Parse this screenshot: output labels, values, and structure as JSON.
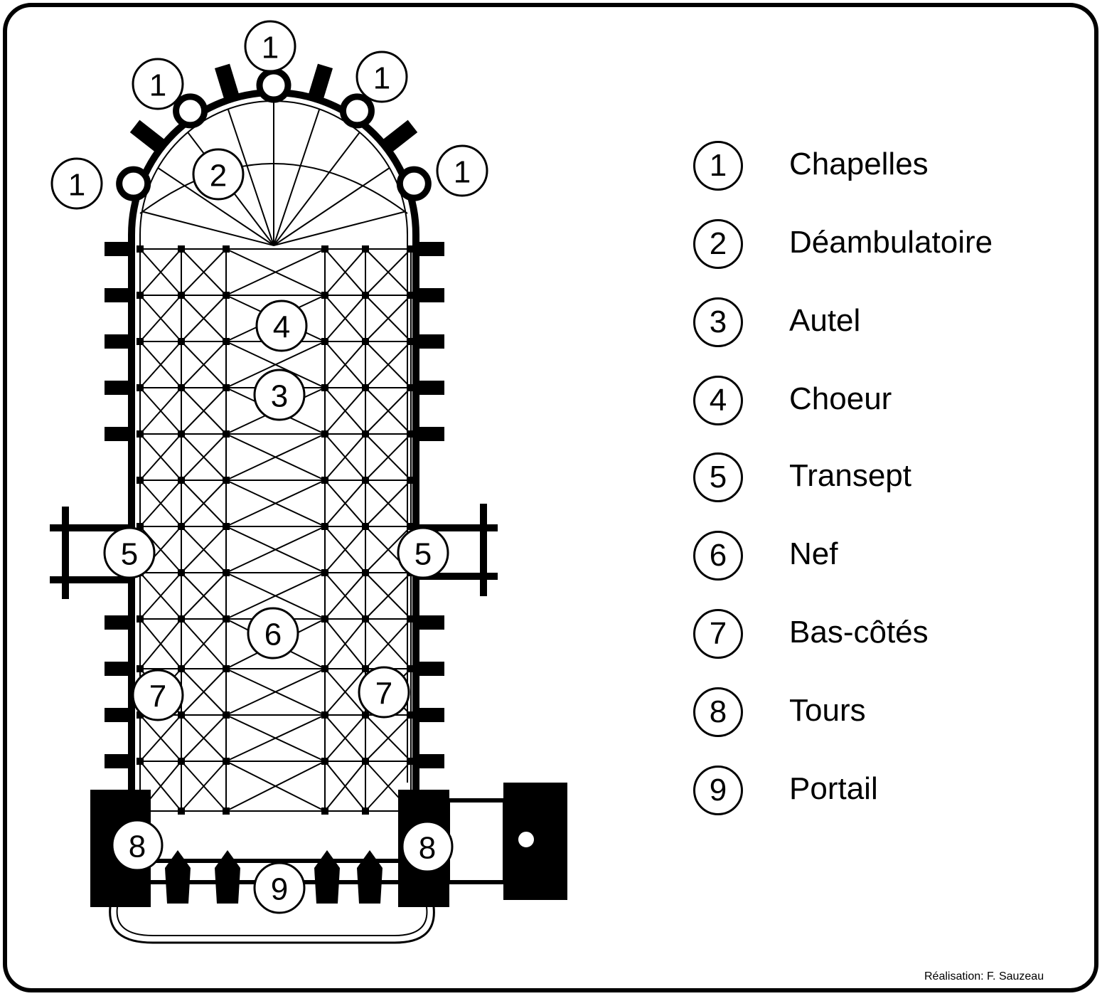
{
  "plan": {
    "markers": [
      {
        "number": "1",
        "label": "Chapelles"
      },
      {
        "number": "2",
        "label": "Déambulatoire"
      },
      {
        "number": "3",
        "label": "Autel"
      },
      {
        "number": "4",
        "label": "Choeur"
      },
      {
        "number": "5",
        "label": "Transept"
      },
      {
        "number": "6",
        "label": "Nef"
      },
      {
        "number": "7",
        "label": "Bas-côtés"
      },
      {
        "number": "8",
        "label": "Tours"
      },
      {
        "number": "9",
        "label": "Portail"
      }
    ]
  },
  "legend": {
    "items": [
      {
        "number": "1",
        "label": "Chapelles"
      },
      {
        "number": "2",
        "label": "Déambulatoire"
      },
      {
        "number": "3",
        "label": "Autel"
      },
      {
        "number": "4",
        "label": "Choeur"
      },
      {
        "number": "5",
        "label": "Transept"
      },
      {
        "number": "6",
        "label": "Nef"
      },
      {
        "number": "7",
        "label": "Bas-côtés"
      },
      {
        "number": "8",
        "label": "Tours"
      },
      {
        "number": "9",
        "label": "Portail"
      }
    ]
  },
  "credit": "Réalisation: F. Sauzeau"
}
